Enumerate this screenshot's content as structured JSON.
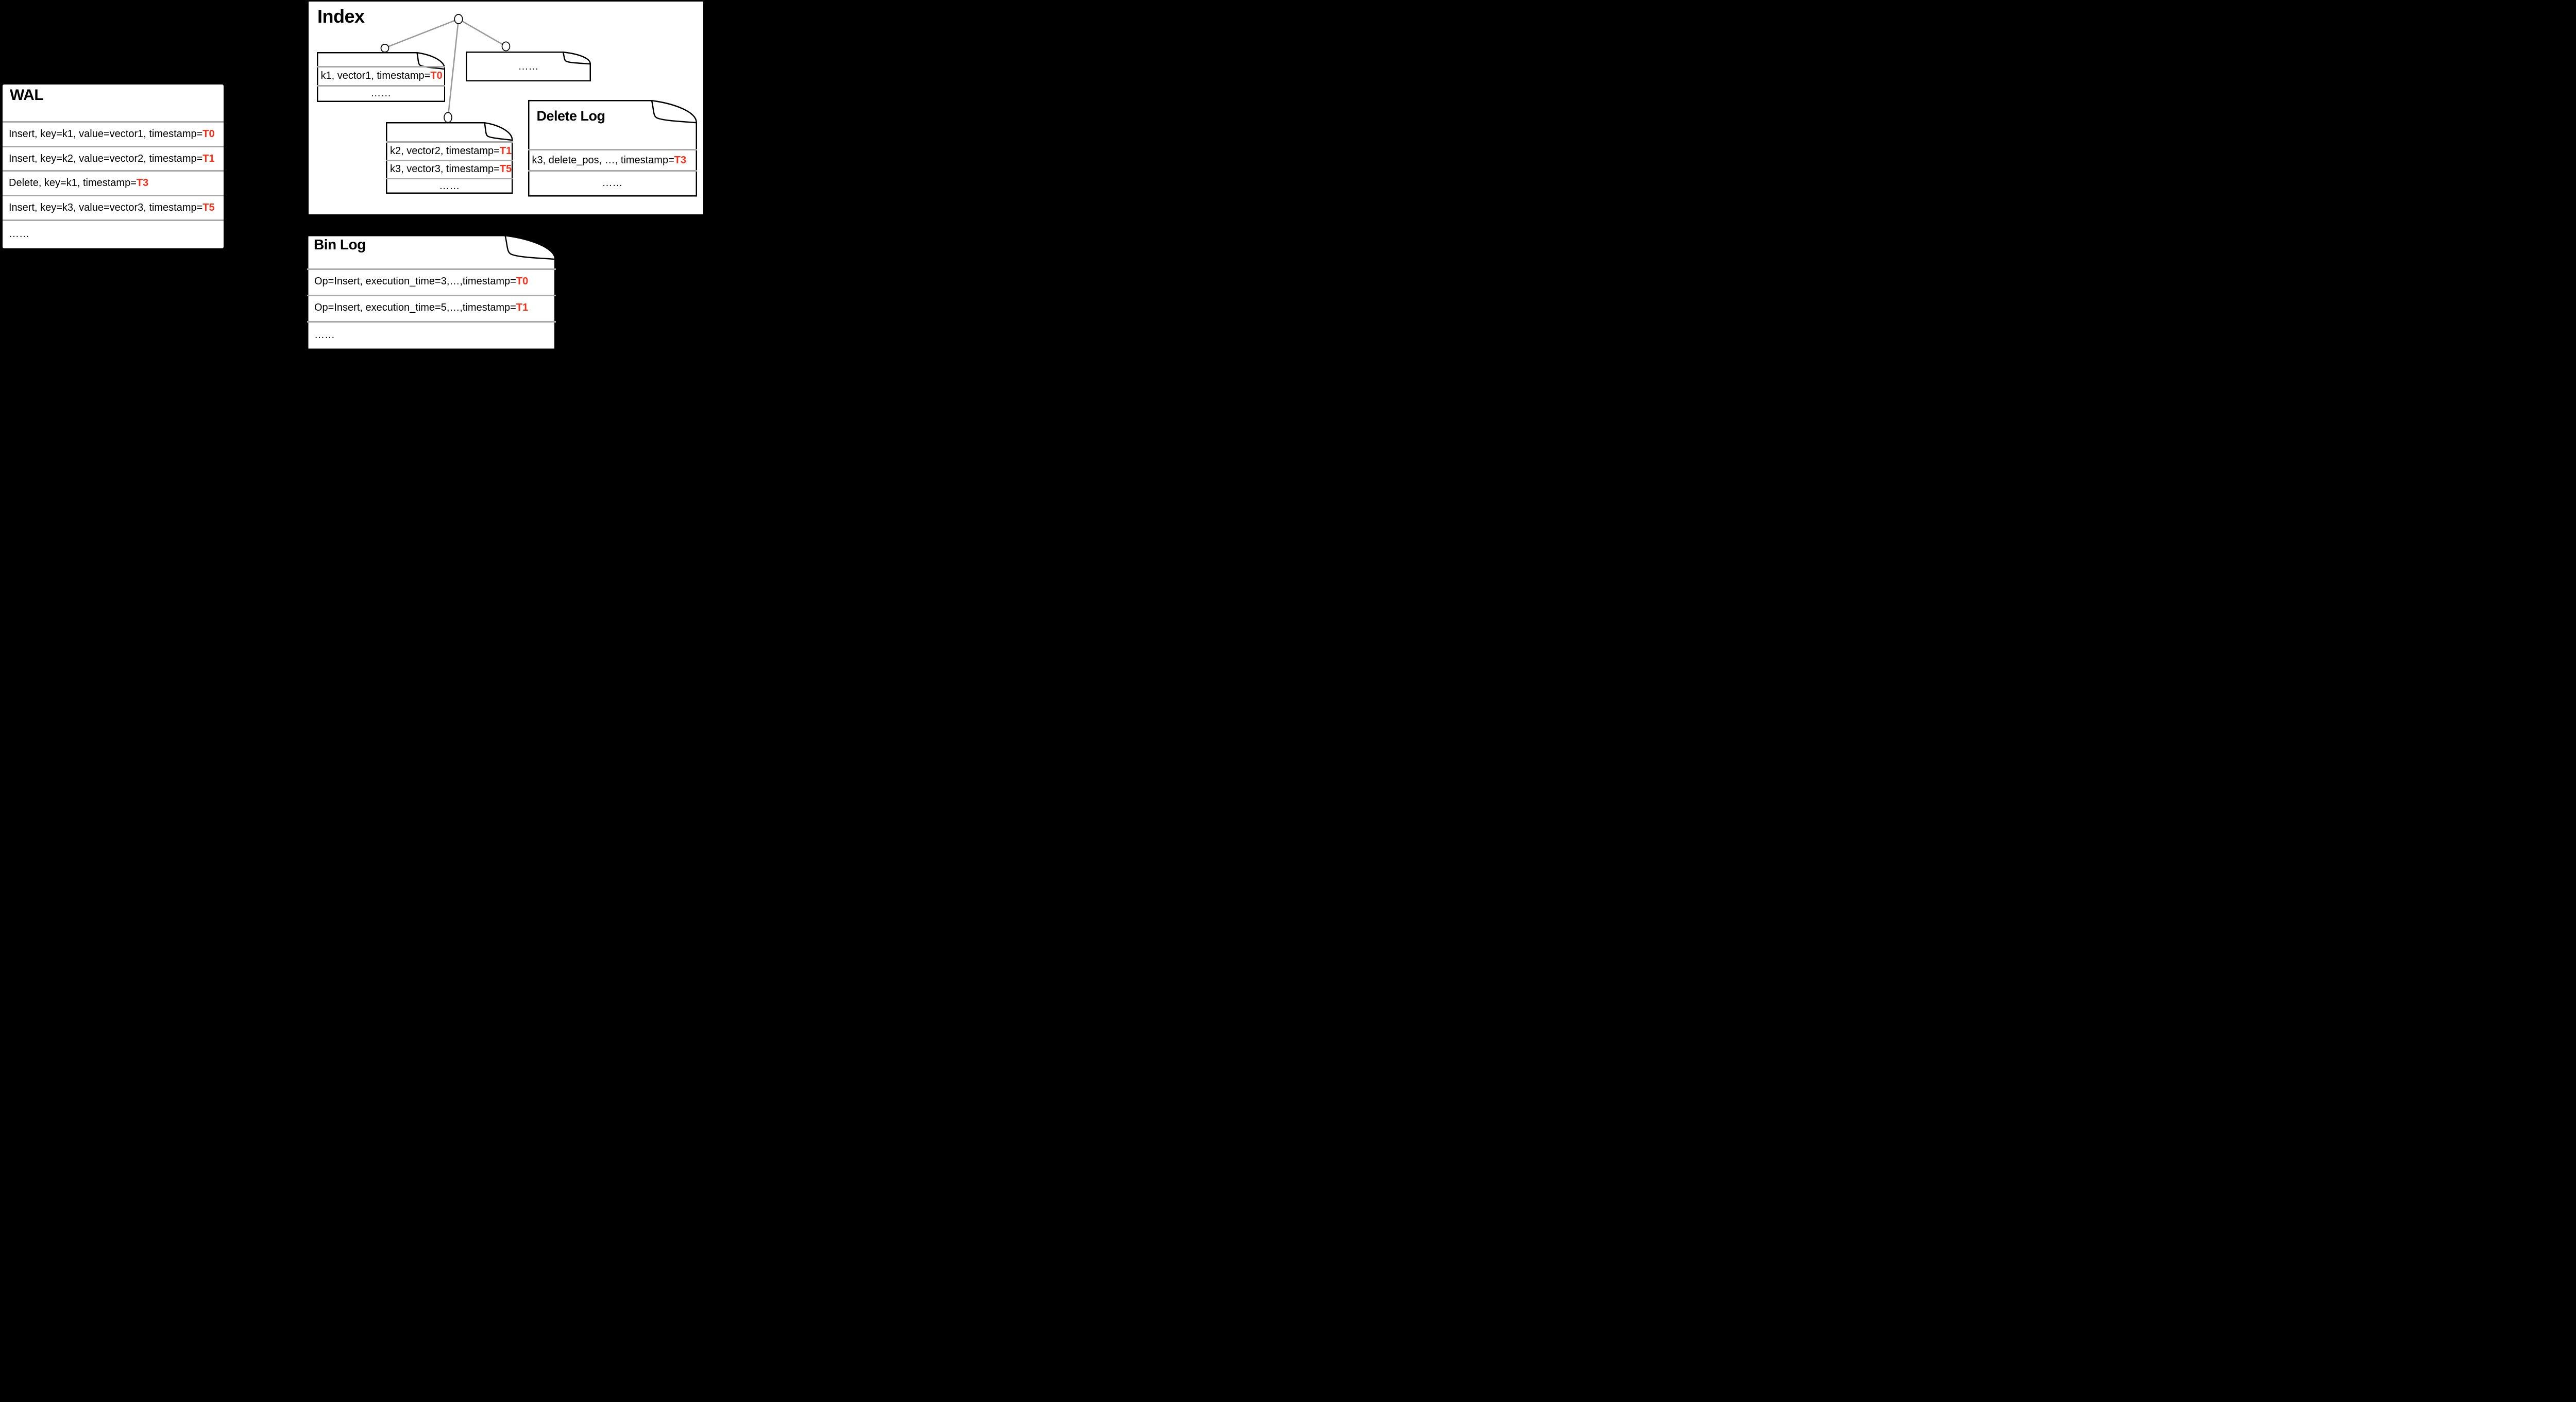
{
  "colors": {
    "background": "#000000",
    "panel": "#ffffff",
    "accent_red": "#ff2d16",
    "separator_gray": "#a9a9a9",
    "tree_edge_gray": "#9b9b9b"
  },
  "wal": {
    "title": "WAL",
    "rows": [
      {
        "text": "Insert, key=k1, value=vector1, timestamp=",
        "value": "T0"
      },
      {
        "text": "Insert, key=k2, value=vector2, timestamp=",
        "value": "T1"
      },
      {
        "text": "Delete, key=k1, timestamp=",
        "value": "T3"
      },
      {
        "text": "Insert, key=k3, value=vector3, timestamp=",
        "value": "T5"
      },
      {
        "text": "……",
        "value": ""
      }
    ]
  },
  "index": {
    "title": "Index",
    "doc1": {
      "rows": [
        {
          "text": "k1, vector1, timestamp=",
          "value": "T0"
        }
      ],
      "more": "……"
    },
    "doc2": {
      "more": "……"
    },
    "doc3": {
      "rows": [
        {
          "text": "k2, vector2, timestamp=",
          "value": "T1"
        },
        {
          "text": "k3, vector3, timestamp=",
          "value": "T5"
        }
      ],
      "more": "……"
    },
    "delete_log": {
      "title": "Delete Log",
      "rows": [
        {
          "text": "k3, delete_pos, …, timestamp=",
          "value": "T3"
        }
      ],
      "more": "……"
    }
  },
  "bin_log": {
    "title": "Bin Log",
    "rows": [
      {
        "text": "Op=Insert, execution_time=3,…,timestamp=",
        "value": "T0"
      },
      {
        "text": "Op=Insert, execution_time=5,…,timestamp=",
        "value": "T1"
      }
    ],
    "more": "……"
  }
}
